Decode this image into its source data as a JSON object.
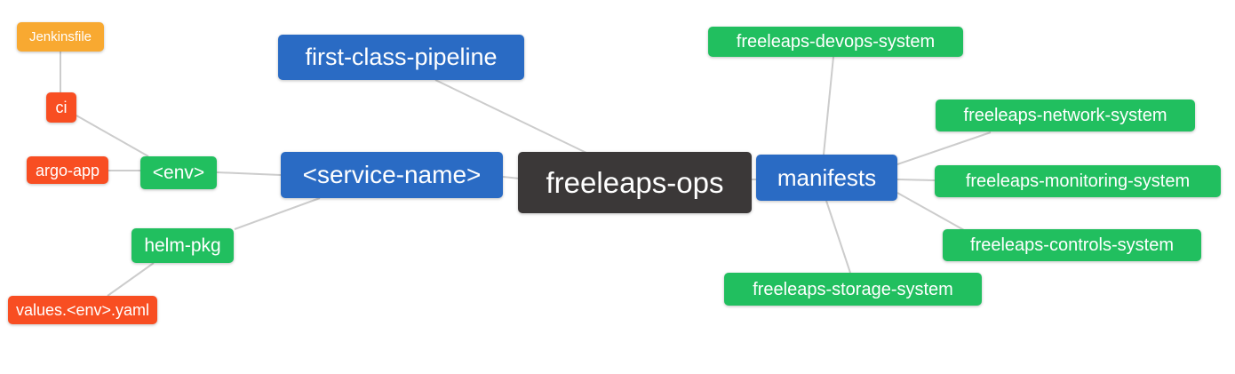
{
  "diagram": {
    "type": "mindmap",
    "root_label": "freeleaps-ops",
    "palette": {
      "blue": "#2a6bc4",
      "green": "#21bf5f",
      "orange": "#f8a931",
      "red": "#f84e22",
      "dark": "#3b3838",
      "edge": "#cccccc",
      "background": "#ffffff",
      "text": "#ffffff"
    },
    "nodes": [
      {
        "id": "jenkinsfile",
        "label": "Jenkinsfile",
        "color": "orange"
      },
      {
        "id": "ci",
        "label": "ci",
        "color": "red"
      },
      {
        "id": "argo-app",
        "label": "argo-app",
        "color": "red"
      },
      {
        "id": "env",
        "label": "<env>",
        "color": "green"
      },
      {
        "id": "helm-pkg",
        "label": "helm-pkg",
        "color": "green"
      },
      {
        "id": "values-env-yaml",
        "label": "values.<env>.yaml",
        "color": "red"
      },
      {
        "id": "first-class-pipeline",
        "label": "first-class-pipeline",
        "color": "blue"
      },
      {
        "id": "service-name",
        "label": "<service-name>",
        "color": "blue"
      },
      {
        "id": "freeleaps-ops",
        "label": "freeleaps-ops",
        "color": "dark"
      },
      {
        "id": "manifests",
        "label": "manifests",
        "color": "blue"
      },
      {
        "id": "freeleaps-devops-system",
        "label": "freeleaps-devops-system",
        "color": "green"
      },
      {
        "id": "freeleaps-network-system",
        "label": "freeleaps-network-system",
        "color": "green"
      },
      {
        "id": "freeleaps-monitoring-system",
        "label": "freeleaps-monitoring-system",
        "color": "green"
      },
      {
        "id": "freeleaps-controls-system",
        "label": "freeleaps-controls-system",
        "color": "green"
      },
      {
        "id": "freeleaps-storage-system",
        "label": "freeleaps-storage-system",
        "color": "green"
      }
    ],
    "edges": [
      {
        "from": "jenkinsfile",
        "to": "ci"
      },
      {
        "from": "ci",
        "to": "env"
      },
      {
        "from": "argo-app",
        "to": "env"
      },
      {
        "from": "env",
        "to": "service-name"
      },
      {
        "from": "first-class-pipeline",
        "to": "freeleaps-ops"
      },
      {
        "from": "service-name",
        "to": "freeleaps-ops"
      },
      {
        "from": "service-name",
        "to": "helm-pkg"
      },
      {
        "from": "helm-pkg",
        "to": "values-env-yaml"
      },
      {
        "from": "freeleaps-ops",
        "to": "manifests"
      },
      {
        "from": "manifests",
        "to": "freeleaps-devops-system"
      },
      {
        "from": "manifests",
        "to": "freeleaps-network-system"
      },
      {
        "from": "manifests",
        "to": "freeleaps-monitoring-system"
      },
      {
        "from": "manifests",
        "to": "freeleaps-controls-system"
      },
      {
        "from": "manifests",
        "to": "freeleaps-storage-system"
      }
    ]
  }
}
